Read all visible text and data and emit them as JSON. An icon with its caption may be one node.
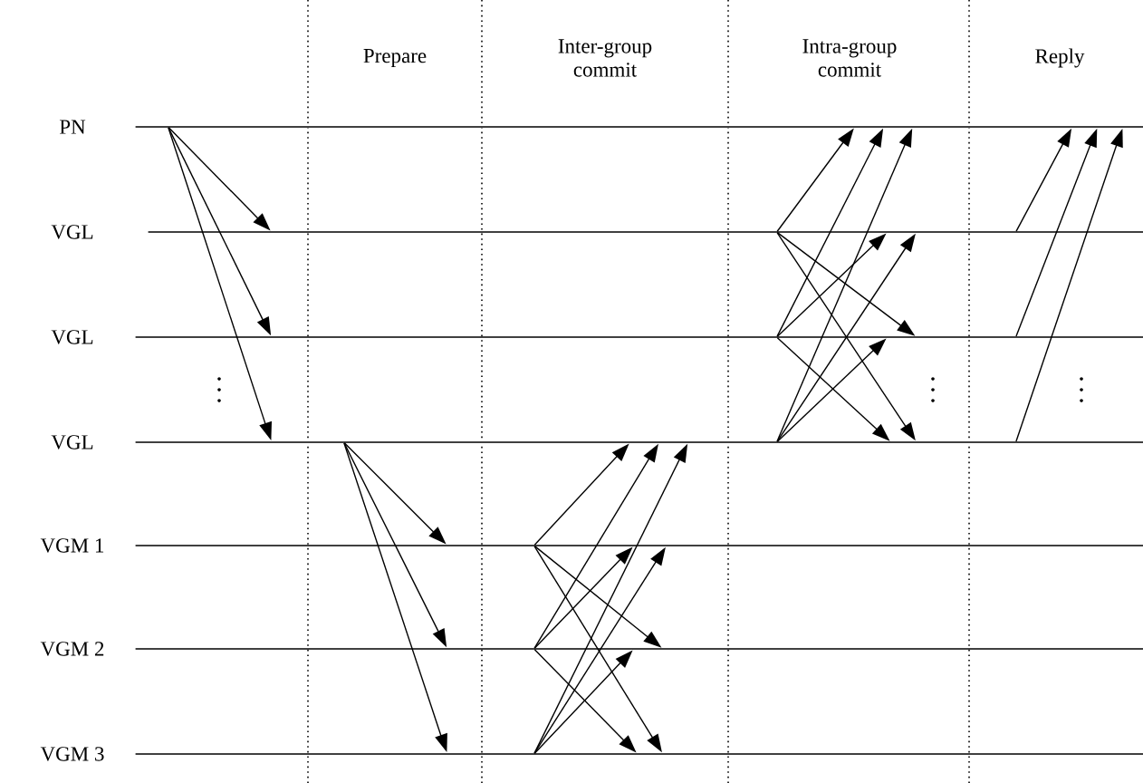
{
  "diagram": {
    "nodes": [
      {
        "text": [
          "PN"
        ]
      },
      {
        "text": [
          "VGL"
        ]
      },
      {
        "text": [
          "VGL"
        ]
      },
      {
        "text": [
          "VGL"
        ]
      },
      {
        "text": [
          "VGM 1"
        ]
      },
      {
        "text": [
          "VGM 2"
        ]
      },
      {
        "text": [
          "VGM 3"
        ]
      }
    ],
    "edges": [
      {
        "from": 0,
        "to": 1,
        "arrow": "to"
      },
      {
        "from": 0,
        "to": 2,
        "arrow": "to"
      },
      {
        "from": 0,
        "to": 3,
        "arrow": "to"
      },
      {
        "from": 3,
        "to": 4,
        "arrow": "to"
      },
      {
        "from": 3,
        "to": 5,
        "arrow": "to"
      },
      {
        "from": 3,
        "to": 6,
        "arrow": "to"
      },
      {
        "from": 4,
        "to": 3,
        "arrow": "to"
      },
      {
        "from": 4,
        "to": 5,
        "arrow": "to"
      },
      {
        "from": 4,
        "to": 6,
        "arrow": "to"
      },
      {
        "from": 5,
        "to": 3,
        "arrow": "to"
      },
      {
        "from": 5,
        "to": 4,
        "arrow": "to"
      },
      {
        "from": 5,
        "to": 6,
        "arrow": "to"
      },
      {
        "from": 6,
        "to": 3,
        "arrow": "to"
      },
      {
        "from": 6,
        "to": 4,
        "arrow": "to"
      },
      {
        "from": 6,
        "to": 5,
        "arrow": "to"
      },
      {
        "from": 1,
        "to": 0,
        "arrow": "to"
      },
      {
        "from": 1,
        "to": 2,
        "arrow": "to"
      },
      {
        "from": 1,
        "to": 3,
        "arrow": "to"
      },
      {
        "from": 2,
        "to": 0,
        "arrow": "to"
      },
      {
        "from": 2,
        "to": 1,
        "arrow": "to"
      },
      {
        "from": 2,
        "to": 3,
        "arrow": "to"
      },
      {
        "from": 3,
        "to": 0,
        "arrow": "to"
      },
      {
        "from": 3,
        "to": 1,
        "arrow": "to"
      },
      {
        "from": 3,
        "to": 2,
        "arrow": "to"
      },
      {
        "from": 1,
        "to": 0,
        "arrow": "to"
      },
      {
        "from": 2,
        "to": 0,
        "arrow": "to"
      },
      {
        "from": 3,
        "to": 0,
        "arrow": "to"
      }
    ],
    "labels": [
      "Prepare",
      "Inter-group commit",
      "Intra-group commit",
      "Reply"
    ]
  }
}
